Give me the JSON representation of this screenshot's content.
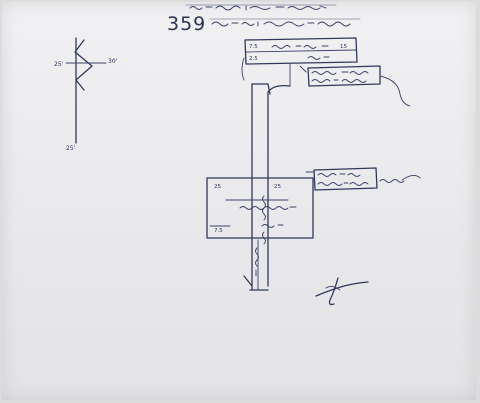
{
  "header": {
    "reference_number": "359"
  },
  "north_arrow": {
    "labels": [
      "25'",
      "30'",
      "25'"
    ]
  },
  "plot_top": {
    "width_top_left": "7.5",
    "width_bottom_left": "2.5",
    "width_right": "15"
  },
  "plot_middle": {
    "left_top": "25",
    "right_top": "25",
    "left_bottom": "7.5"
  }
}
